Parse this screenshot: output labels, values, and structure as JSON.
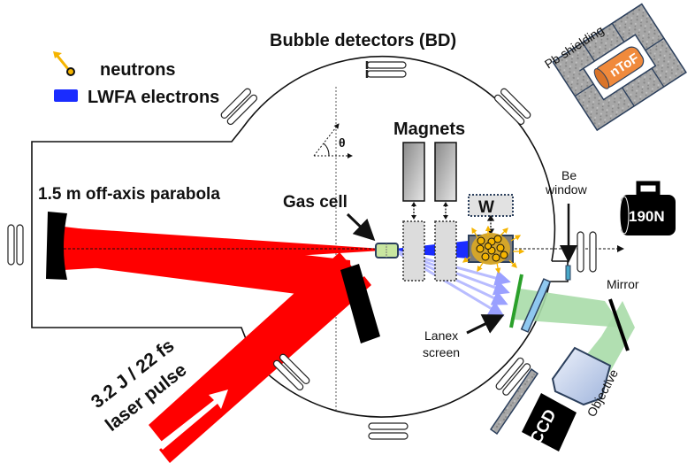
{
  "legend": {
    "neutrons": "neutrons",
    "electrons": "LWFA electrons"
  },
  "labels": {
    "bubble_detectors": "Bubble detectors (BD)",
    "pb_shielding": "Pb shielding",
    "ntof": "nToF",
    "magnets": "Magnets",
    "theta": "θ",
    "parabola": "1.5 m off-axis parabola",
    "gas_cell": "Gas cell",
    "w_target": "W",
    "be_window_line1": "Be",
    "be_window_line2": "window",
    "detector_190n": "190N",
    "mirror": "Mirror",
    "lanex_line1": "Lanex",
    "lanex_line2": "screen",
    "objective": "Objective",
    "ccd": "CCD",
    "laser_line1": "3.2 J / 22 fs",
    "laser_line2": "laser pulse"
  },
  "colors": {
    "laser": "#ff0000",
    "electrons": "#1a2cff",
    "electron_fan": "#b8bcff",
    "neutron": "#f5b400",
    "lanex": "#2aa02a",
    "light_beam": "#a8dca8",
    "gas_cell": "#c8e6a0",
    "be_window": "#4aa8c8",
    "ntof": "#f08a3c",
    "shield_border": "#2b3f5c",
    "magnet_dash_fill": "#dcdcdc",
    "w_fill": "#e2e2e2",
    "converter": "#d4a52a"
  }
}
